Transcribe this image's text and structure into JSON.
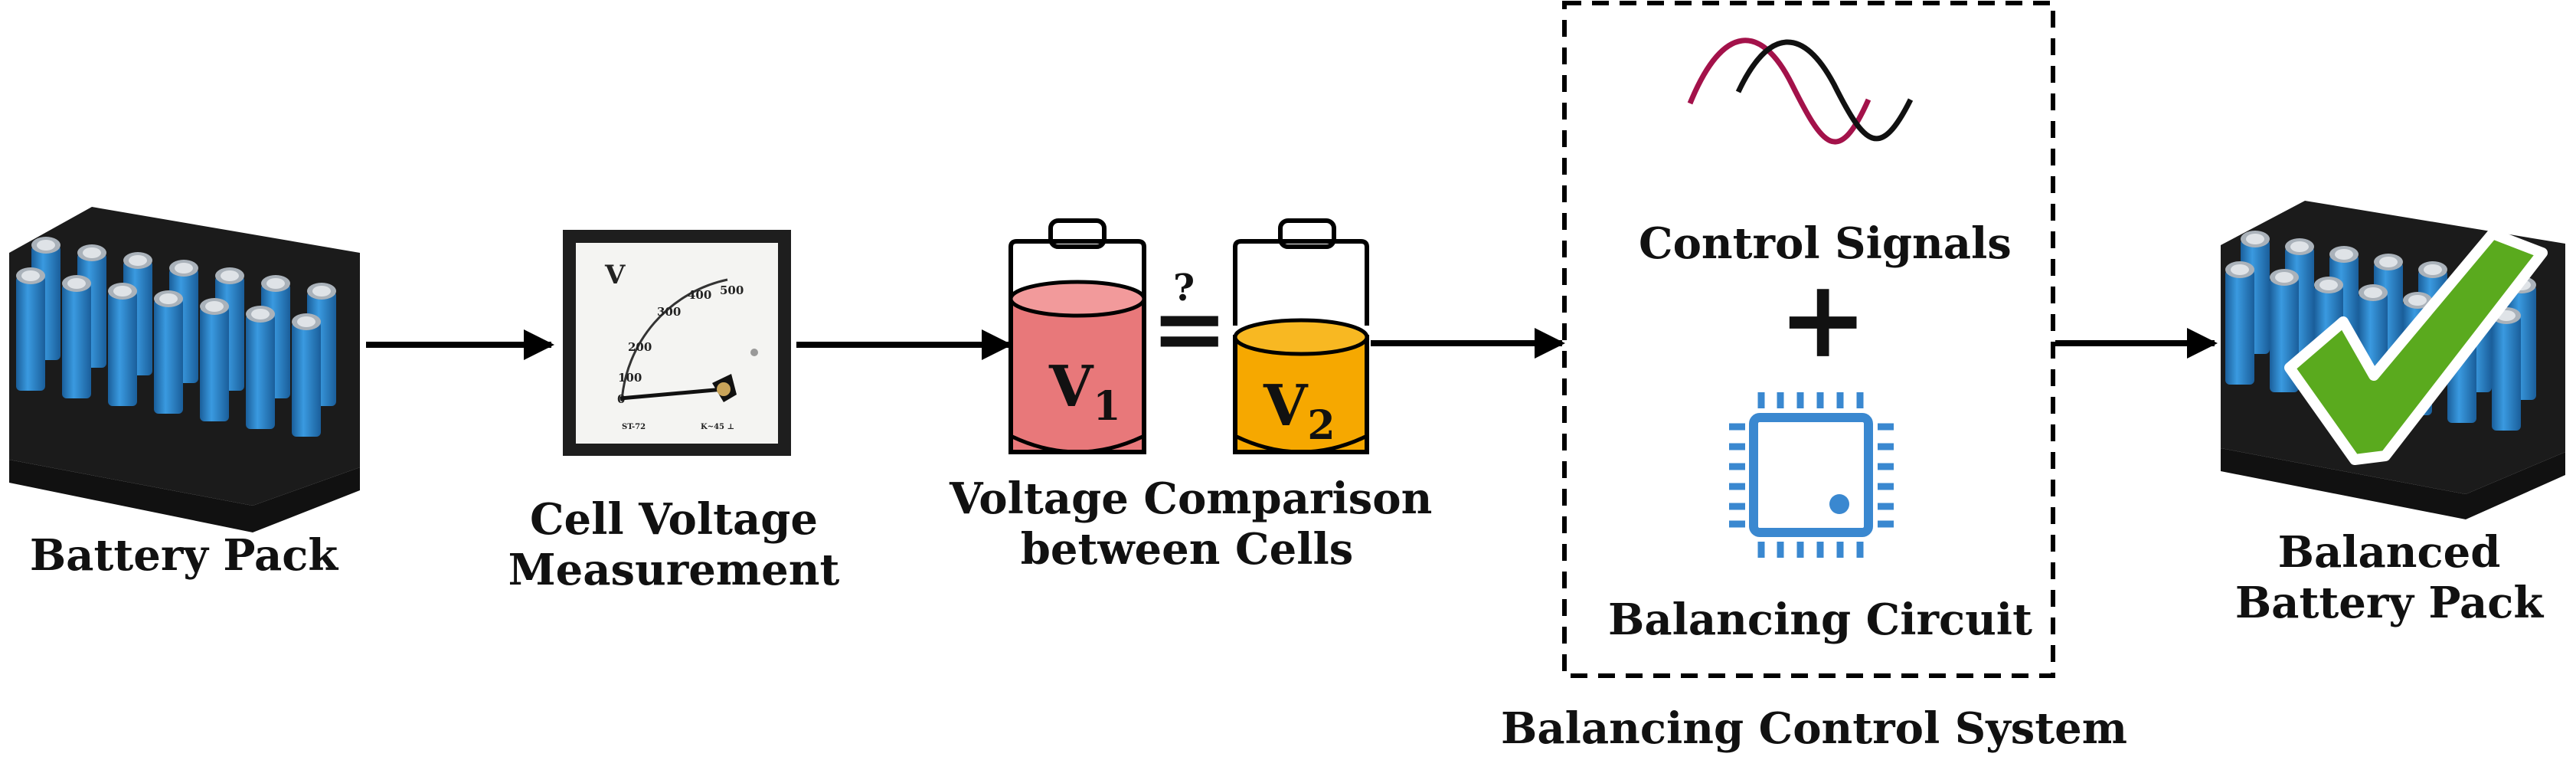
{
  "labels": {
    "battery_pack": "Battery Pack",
    "measurement_line1": "Cell Voltage",
    "measurement_line2": "Measurement",
    "comparison_line1": "Voltage Comparison",
    "comparison_line2": "between Cells",
    "control_signals": "Control Signals",
    "plus": "+",
    "balancing_circuit": "Balancing Circuit",
    "system": "Balancing Control System",
    "balanced_line1": "Balanced",
    "balanced_line2": "Battery Pack"
  },
  "meter": {
    "unit": "V",
    "ticks": [
      "0",
      "100",
      "200",
      "300",
      "400",
      "500"
    ],
    "footer_left": "ST-72",
    "footer_right": "K~45 ⊥"
  },
  "cells": {
    "v1_letter": "V",
    "v1_sub": "1",
    "v2_letter": "V",
    "v2_sub": "2",
    "question": "?",
    "equals": "="
  },
  "colors": {
    "battery_blue": "#2a7fc4",
    "cell_v1_fill": "#e8787a",
    "cell_v2_fill": "#f6a800",
    "chip_blue": "#3a88d0",
    "signal_red": "#a3124a",
    "check_green": "#5aaa1e"
  }
}
